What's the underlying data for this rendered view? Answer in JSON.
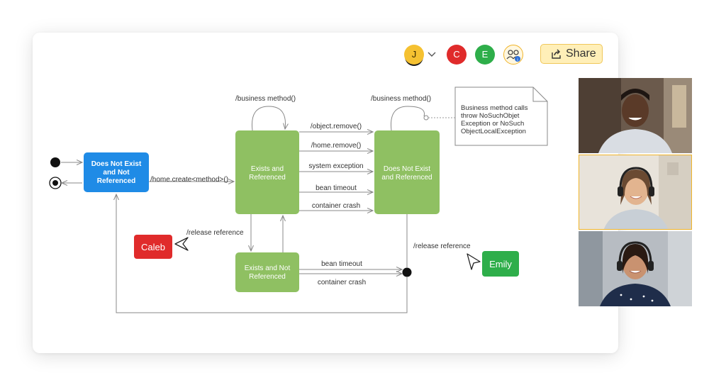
{
  "toolbar": {
    "avatars": [
      {
        "initial": "J",
        "color": "#f5c131"
      },
      {
        "initial": "C",
        "color": "#e02b2b"
      },
      {
        "initial": "E",
        "color": "#2eae4a"
      }
    ],
    "group_icon": "people-group-icon",
    "share_label": "Share",
    "share_icon": "share-icon"
  },
  "diagram": {
    "states": {
      "does_not_exist": [
        "Does Not Exist",
        "and Not",
        "Referenced"
      ],
      "exists_referenced": [
        "Exists and",
        "Referenced"
      ],
      "does_not_exist_referenced": [
        "Does Not Exist",
        "and Referenced"
      ],
      "exists_not_referenced": [
        "Exists and Not",
        "Referenced"
      ]
    },
    "transitions": {
      "self_loop_1": "/business method()",
      "self_loop_2": "/business method()",
      "create": "/home.create<method>()",
      "t1": "/object.remove()",
      "t2": "/home.remove()",
      "t3": "system exception",
      "t4": "bean timeout",
      "t5": "container crash",
      "release_left": "/release reference",
      "release_right": "/release reference",
      "bottom_1": "bean timeout",
      "bottom_2": "container crash"
    },
    "note": [
      "Business method calls",
      "throw NoSuchObjet",
      "Exception or NoSuch",
      "ObjectLocalException"
    ],
    "colors": {
      "blue_state": "#1f8be6",
      "green_state": "#8fc062"
    }
  },
  "cursors": [
    {
      "label": "Caleb",
      "color": "#e02b2b"
    },
    {
      "label": "Emily",
      "color": "#2eae4a"
    }
  ]
}
